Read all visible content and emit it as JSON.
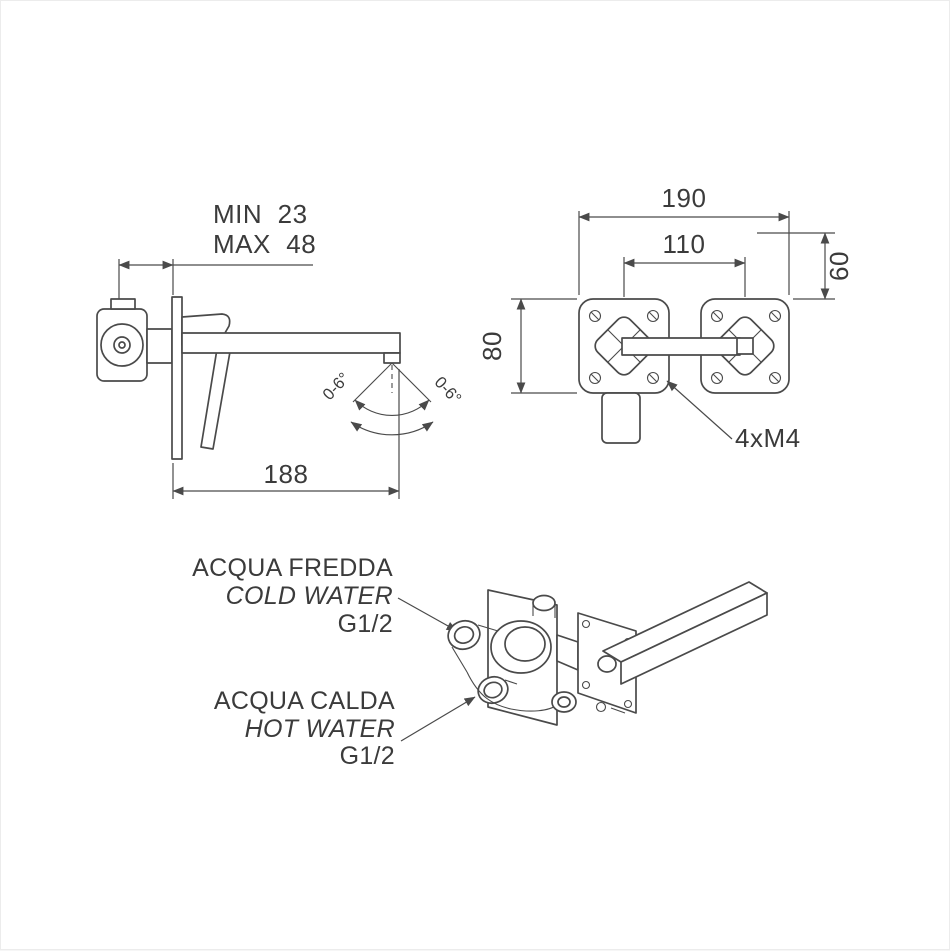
{
  "drawing": {
    "side_view": {
      "min_label": "MIN  23",
      "max_label": "MAX  48",
      "length_label": "188",
      "angle_left": "0-6°",
      "angle_right": "0-6°"
    },
    "front_view": {
      "width_label": "190",
      "spacing_label": "110",
      "height_label": "60",
      "plate_height_label": "80",
      "screws_label": "4xM4"
    },
    "iso_view": {
      "cold": {
        "line1": "ACQUA FREDDA",
        "line2": "COLD WATER",
        "line3": "G1/2"
      },
      "hot": {
        "line1": "ACQUA CALDA",
        "line2": "HOT WATER",
        "line3": "G1/2"
      }
    },
    "colors": {
      "line": "#4a4a4a",
      "text": "#3b3b3b",
      "background": "#ffffff"
    }
  }
}
